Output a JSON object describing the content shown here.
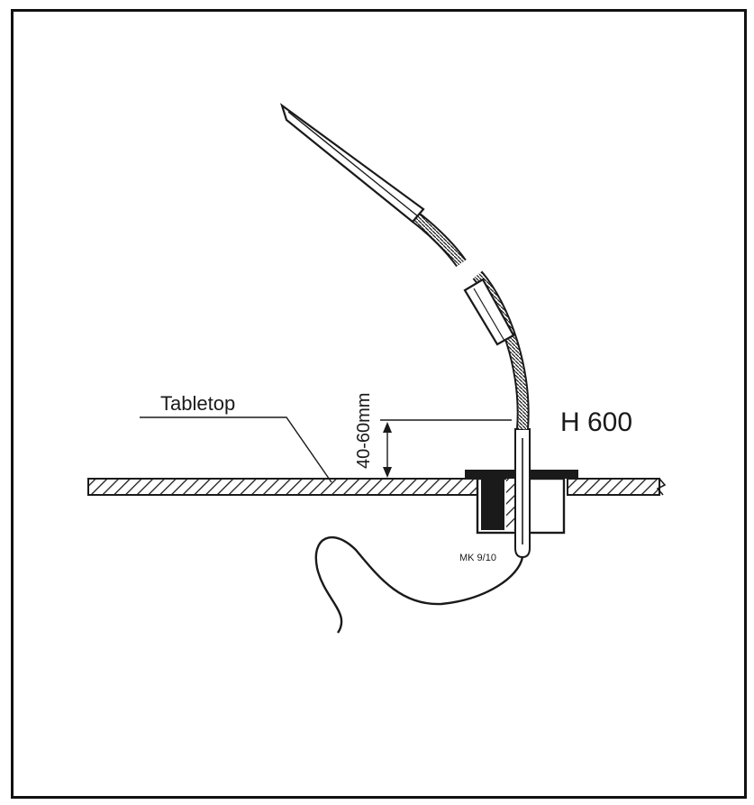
{
  "diagram": {
    "labels": {
      "tabletop": "Tabletop",
      "height_range": "40-60mm",
      "model": "H 600",
      "capsule": "MK 9/10"
    },
    "colors": {
      "ink": "#1a1a1a",
      "background": "#ffffff"
    }
  }
}
